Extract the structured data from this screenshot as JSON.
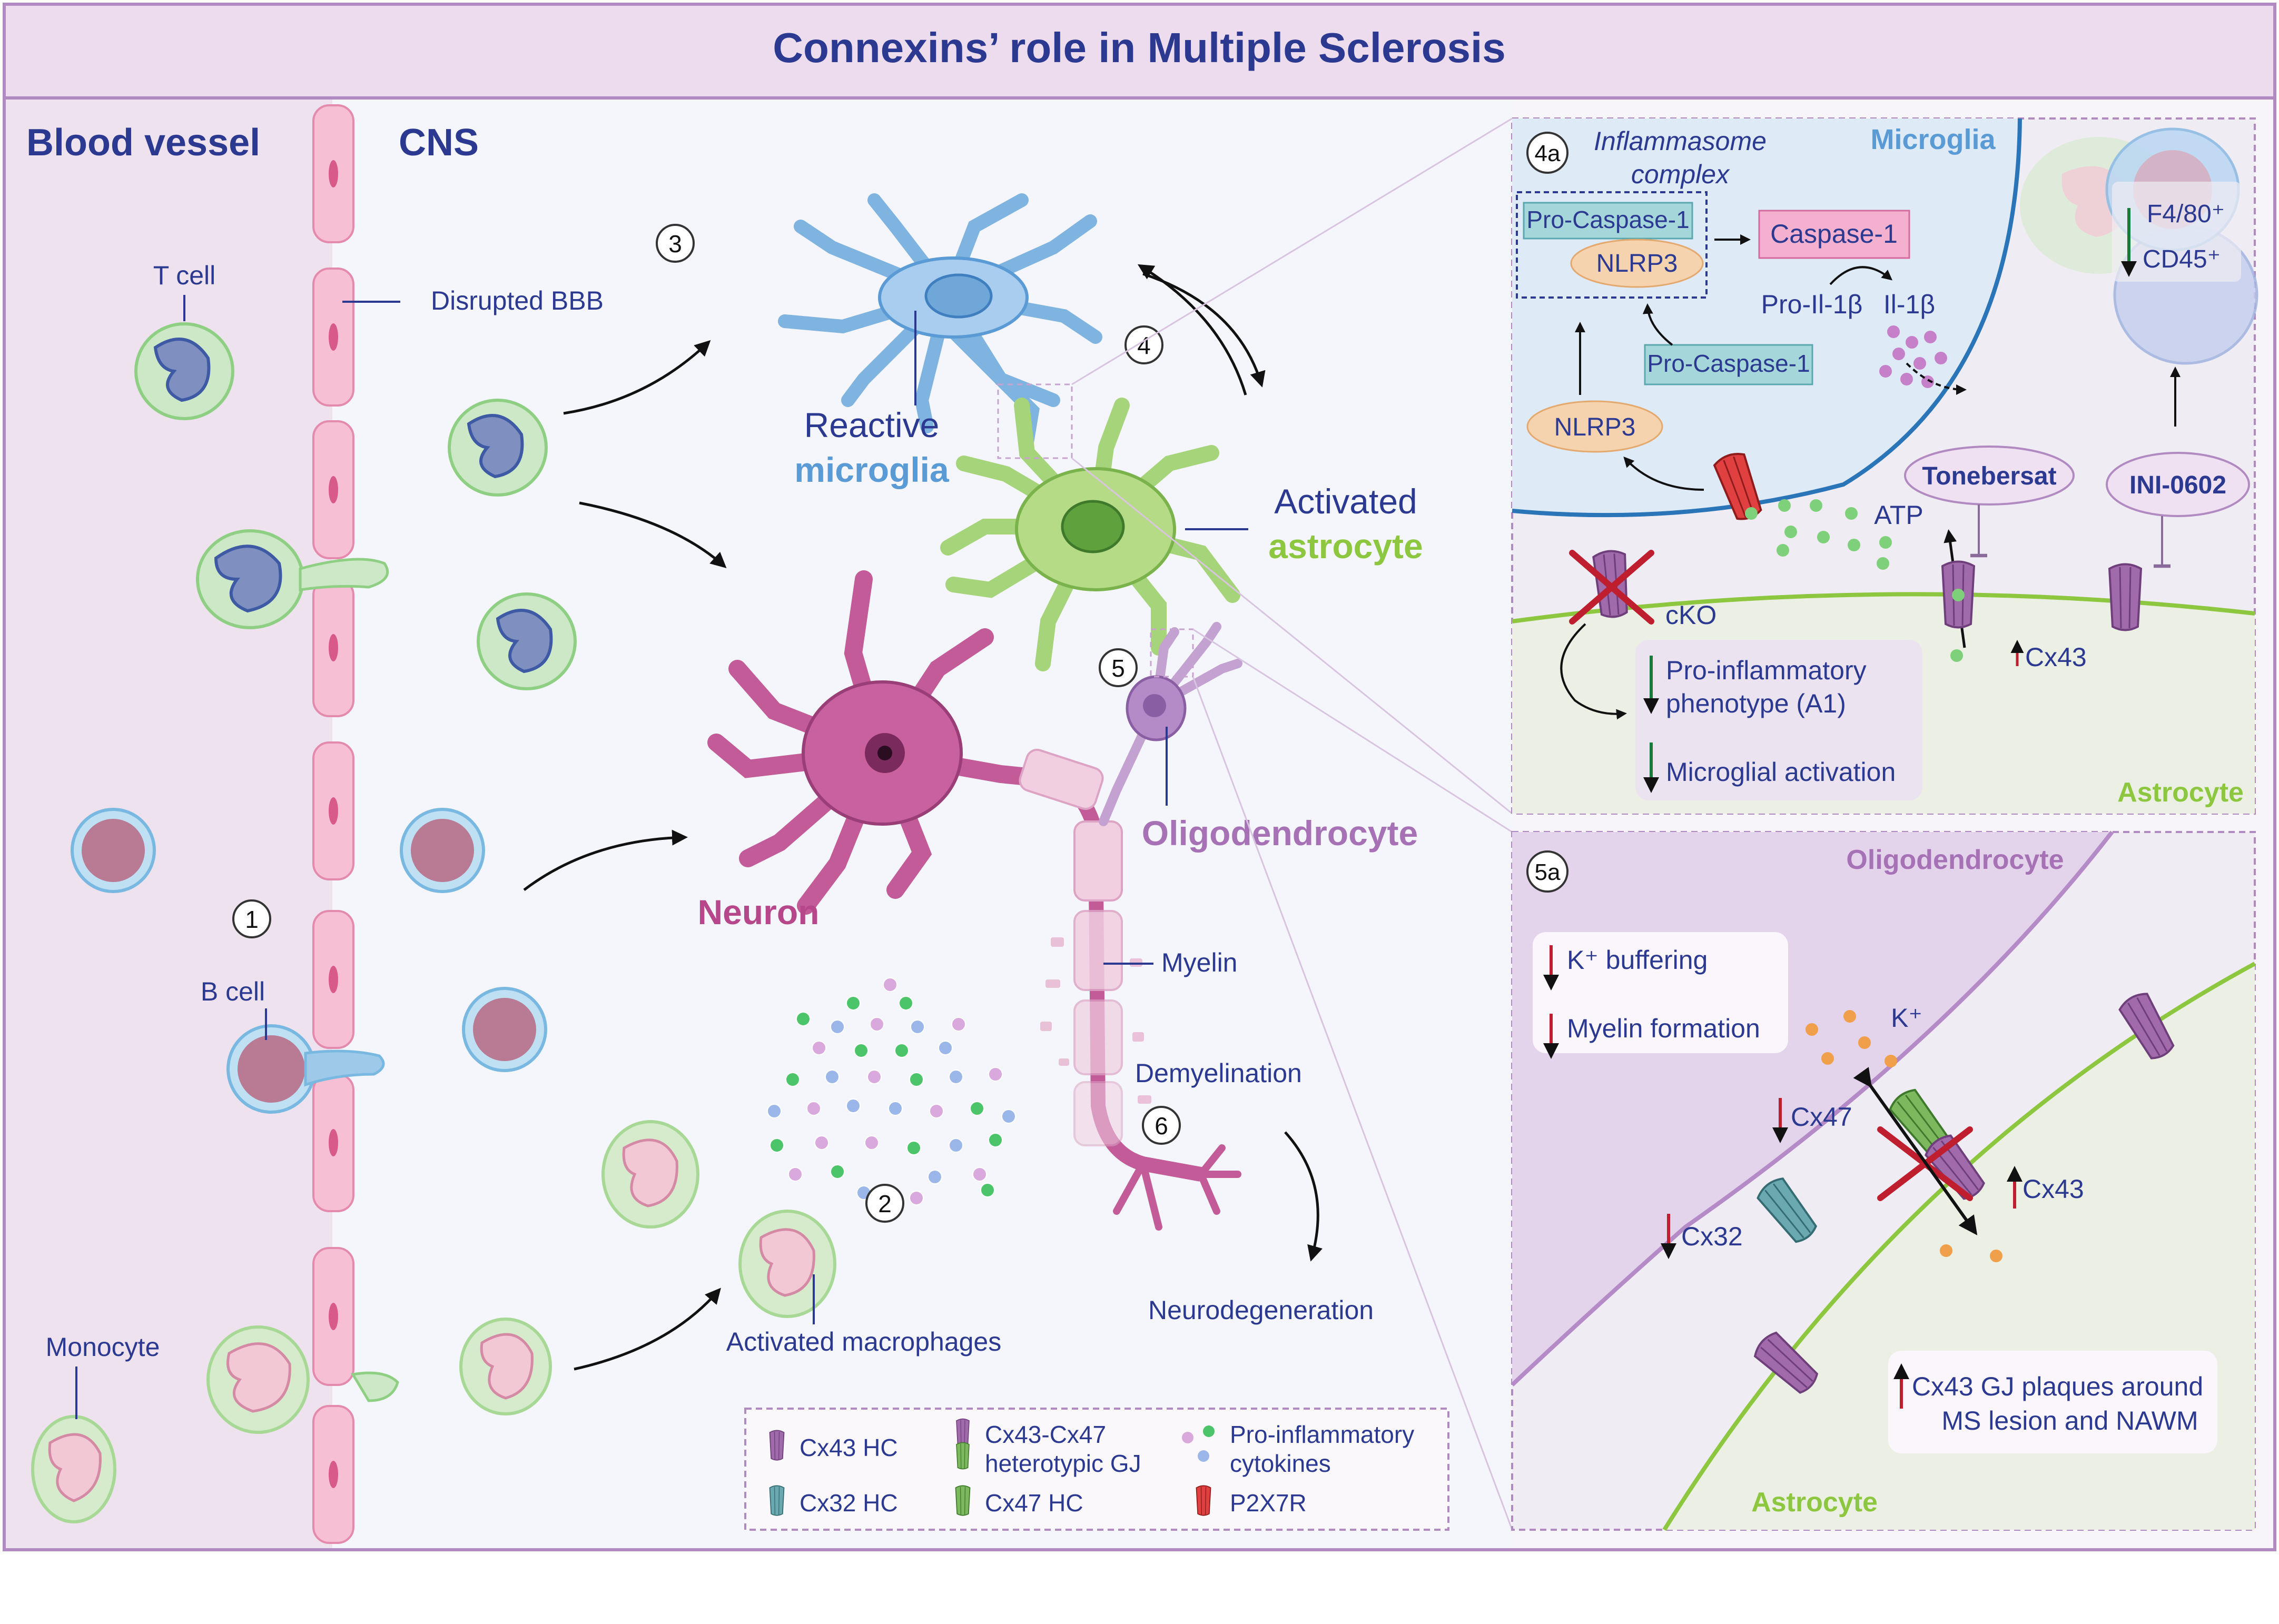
{
  "title": "Connexins’ role in Multiple Sclerosis",
  "left_panel": {
    "blood_vessel": "Blood vessel",
    "cns": "CNS",
    "t_cell": "T cell",
    "b_cell": "B cell",
    "monocyte": "Monocyte",
    "disrupted_bbb": "Disrupted BBB",
    "reactive": "Reactive",
    "microglia": "microglia",
    "activated": "Activated",
    "astrocyte": "astrocyte",
    "neuron": "Neuron",
    "oligodendrocyte": "Oligodendrocyte",
    "myelin": "Myelin",
    "demyelination": "Demyelination",
    "neurodegeneration": "Neurodegeneration",
    "activated_macrophages": "Activated macrophages",
    "step_1": "1",
    "step_2": "2",
    "step_3": "3",
    "step_4": "4",
    "step_5": "5",
    "step_6": "6"
  },
  "legend": {
    "cx43_hc": "Cx43 HC",
    "cx43_cx47_line1": "Cx43-Cx47",
    "cx43_cx47_line2": "heterotypic GJ",
    "cytokines_line1": "Pro-inflammatory",
    "cytokines_line2": "cytokines",
    "cx32_hc": "Cx32 HC",
    "cx47_hc": "Cx47 HC",
    "p2x7r": "P2X7R"
  },
  "panel_4a": {
    "tag": "4a",
    "inflammasome_line1": "Inflammasome",
    "inflammasome_line2": "complex",
    "microglia": "Microglia",
    "pro_caspase_1": "Pro-Caspase-1",
    "nlrp3": "NLRP3",
    "caspase_1": "Caspase-1",
    "pro_il1b": "Pro-Il-1β",
    "il1b": "Il-1β",
    "pro_caspase_1_b": "Pro-Caspase-1",
    "nlrp3_b": "NLRP3",
    "f480": "F4/80⁺",
    "cd45": "CD45⁺",
    "tonebersat": "Tonebersat",
    "ini0602": "INI-0602",
    "atp": "ATP",
    "cko": "cKO",
    "cx43": "Cx43",
    "pro_inflammatory_line1": "Pro-inflammatory",
    "pro_inflammatory_line2": "phenotype (A1)",
    "microglial_activation": "Microglial activation",
    "astrocyte": "Astrocyte"
  },
  "panel_5a": {
    "tag": "5a",
    "oligodendrocyte": "Oligodendrocyte",
    "k_buffering": "K⁺ buffering",
    "myelin_formation": "Myelin formation",
    "k_plus": "K⁺",
    "cx47": "Cx47",
    "cx32": "Cx32",
    "cx43": "Cx43",
    "plaques_line1": "Cx43 GJ plaques around",
    "plaques_line2": "MS lesion and NAWM",
    "astrocyte": "Astrocyte"
  },
  "colors": {
    "navy": "#2b3990",
    "microglia_blue": "#5a9bd5",
    "astro_green": "#8dc63f",
    "neuron_magenta": "#b5478a",
    "oligo_purple": "#a672b5",
    "frame_purple": "#b08ac0",
    "header_bg": "#ecdcee",
    "red_arrow": "#be1e2d",
    "green_arrow": "#1a7a3a",
    "caspase_pink": "#f3b0cf",
    "procaspase_teal": "#a5d6d9",
    "nlrp3_peach": "#f5d3ae",
    "cx43_purple": "#9e5fa6",
    "cx47_green": "#6aa84f",
    "cx32_teal": "#5b9ea6",
    "p2x7r_red": "#d8303b"
  }
}
